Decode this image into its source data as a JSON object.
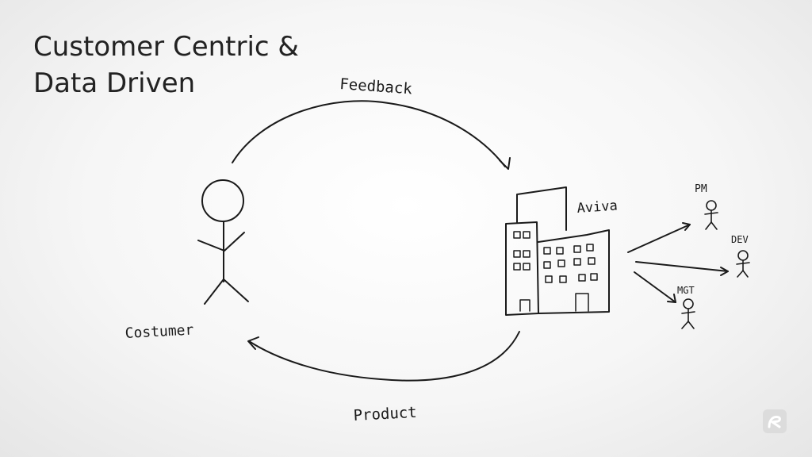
{
  "slide": {
    "title_line1": "Customer Centric &",
    "title_line2": "Data Driven"
  },
  "diagram": {
    "customer_label": "Costumer",
    "company_label": "Aviva",
    "feedback_label": "Feedback",
    "product_label": "Product",
    "team": {
      "pm_label": "PM",
      "dev_label": "DEV",
      "mgt_label": "MGT"
    }
  },
  "logo": {
    "icon": "brand-logo-icon"
  }
}
